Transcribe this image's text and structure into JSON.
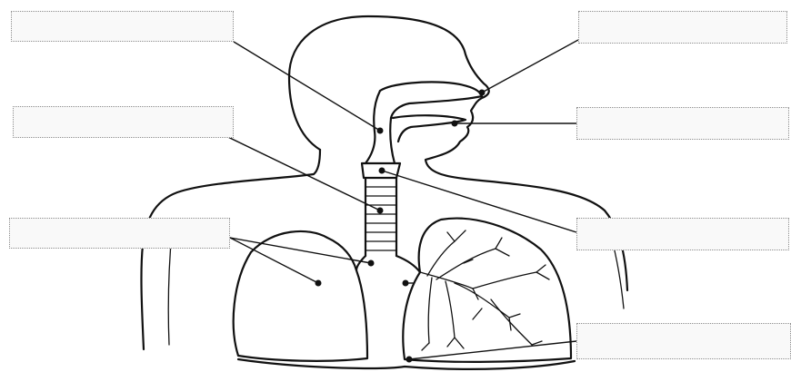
{
  "diagram": {
    "labels": [
      {
        "id": "left-1",
        "text": ""
      },
      {
        "id": "left-2",
        "text": ""
      },
      {
        "id": "left-3",
        "text": ""
      },
      {
        "id": "right-1",
        "text": ""
      },
      {
        "id": "right-2",
        "text": ""
      },
      {
        "id": "right-3",
        "text": ""
      },
      {
        "id": "right-4",
        "text": ""
      }
    ],
    "colors": {
      "line": "#111111",
      "box_border": "#8c8c8c",
      "box_fill": "#f9f9f9",
      "background": "#ffffff"
    }
  }
}
